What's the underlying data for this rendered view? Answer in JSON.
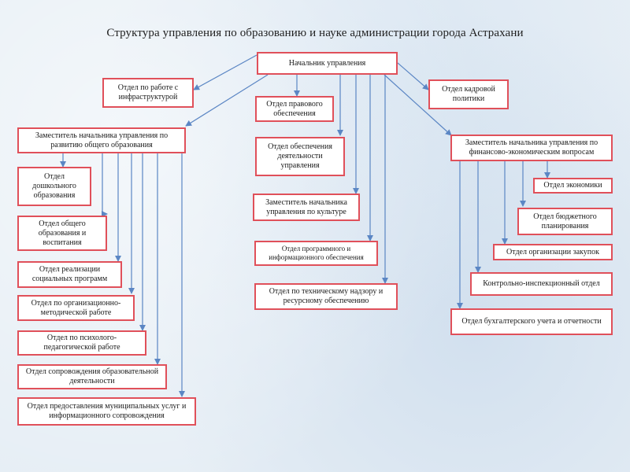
{
  "title": "Структура управления по образованию и науке администрации города Астрахани",
  "nodes": {
    "head": "Начальник управления",
    "infra": "Отдел по работе с инфраструктурой",
    "hr": "Отдел кадровой политики",
    "legal": "Отдел правового обеспечения",
    "activity": "Отдел обеспечения деятельности управления",
    "culture": "Заместитель начальника управления по культуре",
    "software": "Отдел программного и информационного обеспечения",
    "tech": "Отдел по техническому надзору и ресурсному обеспечению",
    "dep_general": "Заместитель начальника управления по развитию общего образования",
    "preschool": "Отдел дошкольного образования",
    "general_edu": "Отдел общего образования и воспитания",
    "social": "Отдел реализации социальных программ",
    "method": "Отдел по организационно-методической работе",
    "psych": "Отдел по психолого-педагогической работе",
    "support": "Отдел сопровождения образовательной деятельности",
    "municipal": "Отдел предоставления муниципальных услуг и информационного  сопровождения",
    "dep_finance": "Заместитель начальника управления по финансово-экономическим  вопросам",
    "economy": "Отдел экономики",
    "budget": "Отдел бюджетного планирования",
    "procurement": "Отдел организации закупок",
    "control": "Контрольно-инспекционный  отдел",
    "accounting": "Отдел бухгалтерского учета и отчетности"
  },
  "colors": {
    "box_border": "#e0505a",
    "box_fill": "#ffffff",
    "connector": "#5b86c4"
  }
}
